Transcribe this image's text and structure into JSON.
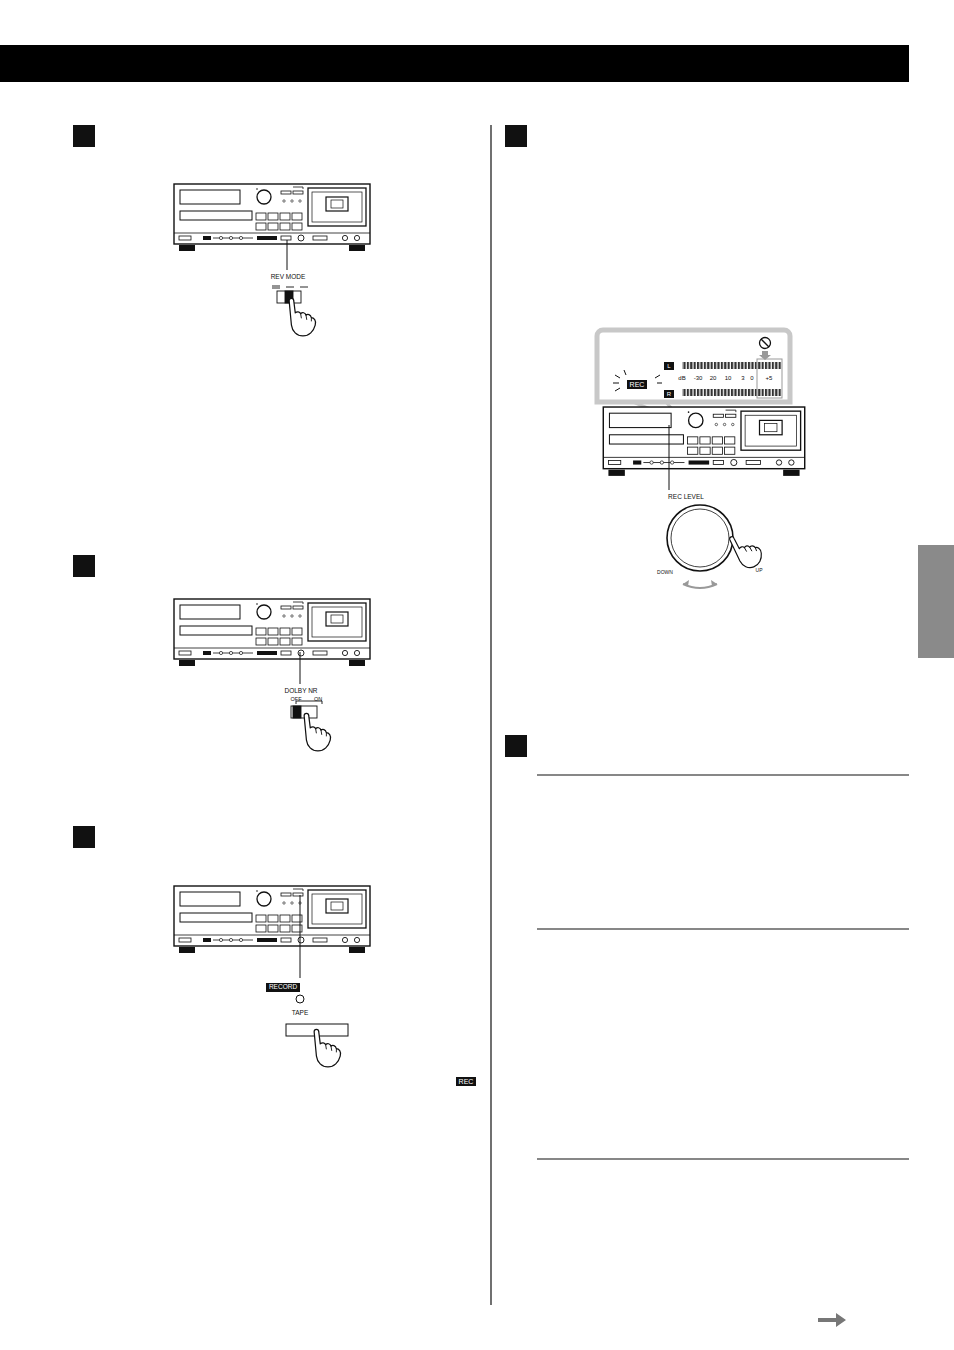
{
  "diagram": {
    "labels": [
      "REV MODE",
      "DOLBY NR",
      "OFF",
      "ON",
      "RECORD",
      "TAPE",
      "REC",
      "L",
      "dB",
      "-30",
      "20",
      "10",
      "3",
      "0",
      "+5",
      "R",
      "REC LEVEL",
      "DOWN",
      "UP",
      "REC"
    ]
  }
}
